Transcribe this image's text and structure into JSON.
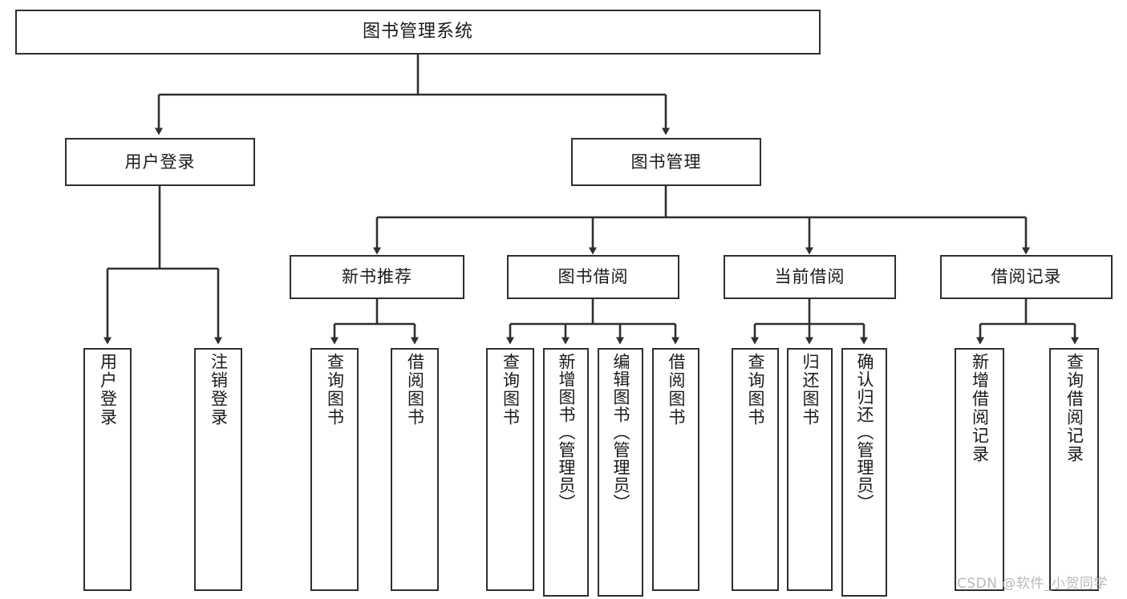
{
  "diagram": {
    "title": "图书管理系统",
    "type": "tree-hierarchy",
    "watermark": "CSDN @软件_小贺同学",
    "colors": {
      "background": "#ffffff",
      "node_border": "#2f2f2f",
      "node_fill": "#ffffff",
      "connector": "#2f2f2f",
      "text": "#1a1a1a",
      "watermark": "#b9b9b9"
    },
    "root": {
      "id": "root",
      "label": "图书管理系统",
      "orientation": "horizontal"
    },
    "level2": [
      {
        "id": "user-login",
        "label": "用户登录",
        "orientation": "horizontal"
      },
      {
        "id": "book-manage",
        "label": "图书管理",
        "orientation": "horizontal"
      }
    ],
    "level3": [
      {
        "id": "new-book-rec",
        "label": "新书推荐",
        "parent": "book-manage",
        "orientation": "horizontal"
      },
      {
        "id": "book-borrow",
        "label": "图书借阅",
        "parent": "book-manage",
        "orientation": "horizontal"
      },
      {
        "id": "current-borrow",
        "label": "当前借阅",
        "parent": "book-manage",
        "orientation": "horizontal"
      },
      {
        "id": "borrow-record",
        "label": "借阅记录",
        "parent": "book-manage",
        "orientation": "horizontal"
      }
    ],
    "leaves": [
      {
        "id": "leaf-user-login",
        "label": "用户登录",
        "parent": "user-login",
        "orientation": "vertical"
      },
      {
        "id": "leaf-user-logout",
        "label": "注销登录",
        "parent": "user-login",
        "orientation": "vertical"
      },
      {
        "id": "leaf-rec-query",
        "label": "查询图书",
        "parent": "new-book-rec",
        "orientation": "vertical"
      },
      {
        "id": "leaf-rec-borrow",
        "label": "借阅图书",
        "parent": "new-book-rec",
        "orientation": "vertical"
      },
      {
        "id": "leaf-borrow-query",
        "label": "查询图书",
        "parent": "book-borrow",
        "orientation": "vertical"
      },
      {
        "id": "leaf-borrow-add",
        "label": "新增图书（管理员）",
        "parent": "book-borrow",
        "orientation": "vertical"
      },
      {
        "id": "leaf-borrow-edit",
        "label": "编辑图书（管理员）",
        "parent": "book-borrow",
        "orientation": "vertical"
      },
      {
        "id": "leaf-borrow-lend",
        "label": "借阅图书",
        "parent": "book-borrow",
        "orientation": "vertical"
      },
      {
        "id": "leaf-cur-query",
        "label": "查询图书",
        "parent": "current-borrow",
        "orientation": "vertical"
      },
      {
        "id": "leaf-cur-return",
        "label": "归还图书",
        "parent": "current-borrow",
        "orientation": "vertical"
      },
      {
        "id": "leaf-cur-confirm",
        "label": "确认归还（管理员）",
        "parent": "current-borrow",
        "orientation": "vertical"
      },
      {
        "id": "leaf-rec-add",
        "label": "新增借阅记录",
        "parent": "borrow-record",
        "orientation": "vertical"
      },
      {
        "id": "leaf-rec-search",
        "label": "查询借阅记录",
        "parent": "borrow-record",
        "orientation": "vertical"
      }
    ]
  }
}
